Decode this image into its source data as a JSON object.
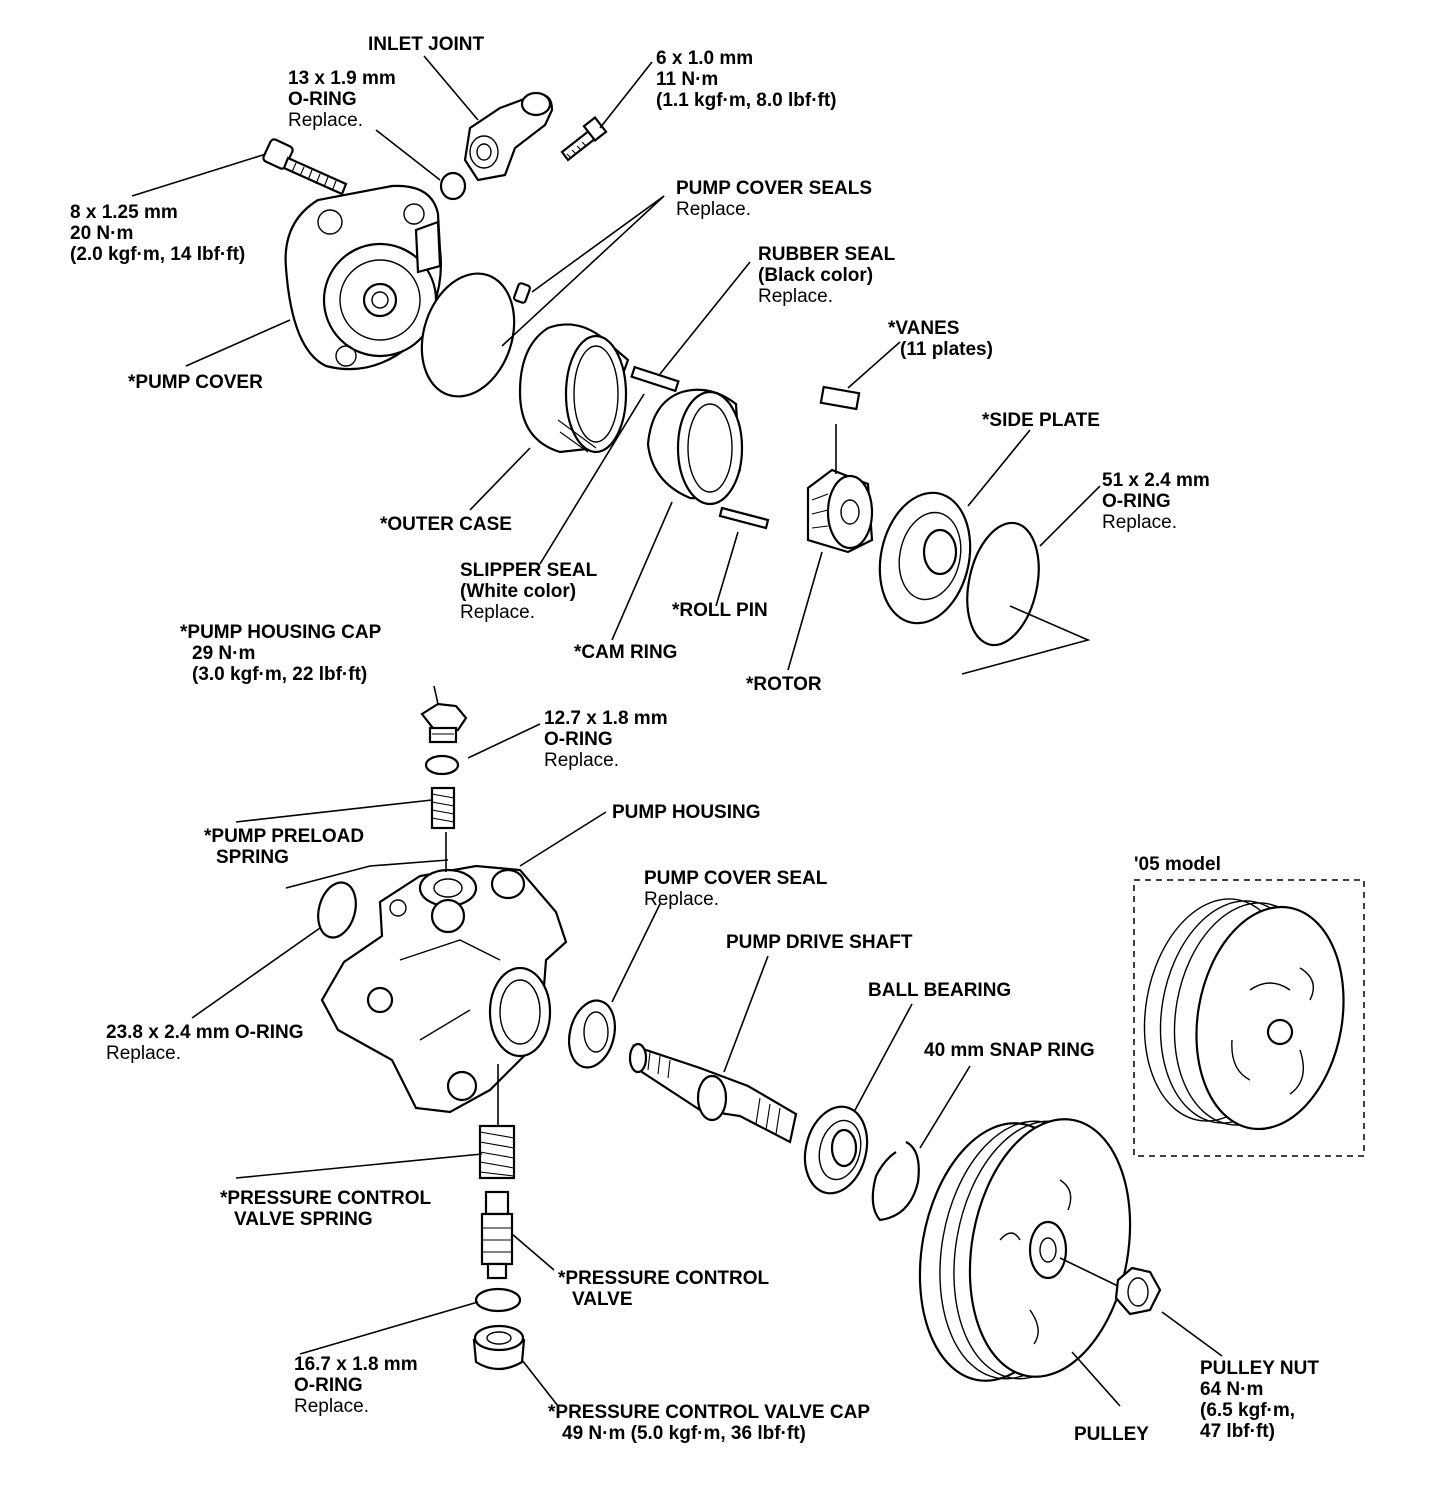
{
  "labels": {
    "inlet_joint": [
      "INLET JOINT"
    ],
    "o_ring_13": [
      "13 x 1.9 mm",
      "O-RING",
      "Replace."
    ],
    "bolt_6": [
      "6 x 1.0 mm",
      "11 N·m",
      "(1.1 kgf·m, 8.0 lbf·ft)"
    ],
    "bolt_8": [
      "8 x 1.25 mm",
      "20 N·m",
      "(2.0 kgf·m, 14 lbf·ft)"
    ],
    "pump_cover_seals": [
      "PUMP COVER SEALS",
      "Replace."
    ],
    "rubber_seal": [
      "RUBBER SEAL",
      "(Black color)",
      "Replace."
    ],
    "vanes": [
      "*VANES",
      "(11 plates)"
    ],
    "pump_cover": [
      "*PUMP COVER"
    ],
    "side_plate": [
      "*SIDE PLATE"
    ],
    "o_ring_51": [
      "51 x 2.4 mm",
      "O-RING",
      "Replace."
    ],
    "outer_case": [
      "*OUTER CASE"
    ],
    "slipper_seal": [
      "SLIPPER SEAL",
      "(White color)",
      "Replace."
    ],
    "roll_pin": [
      "*ROLL PIN"
    ],
    "cam_ring": [
      "*CAM RING"
    ],
    "rotor": [
      "*ROTOR"
    ],
    "pump_housing_cap": [
      "*PUMP HOUSING CAP",
      "29 N·m",
      "(3.0 kgf·m, 22 lbf·ft)"
    ],
    "o_ring_12_7": [
      "12.7 x 1.8 mm",
      "O-RING",
      "Replace."
    ],
    "pump_preload_spring": [
      "*PUMP PRELOAD",
      "SPRING"
    ],
    "pump_housing": [
      "PUMP HOUSING"
    ],
    "pump_cover_seal": [
      "PUMP COVER SEAL",
      "Replace."
    ],
    "model_05": [
      "'05 model"
    ],
    "pump_drive_shaft": [
      "PUMP DRIVE SHAFT"
    ],
    "ball_bearing": [
      "BALL BEARING"
    ],
    "o_ring_23_8": [
      "23.8 x 2.4 mm O-RING",
      "Replace."
    ],
    "snap_ring": [
      "40 mm SNAP RING"
    ],
    "pcv_spring": [
      "*PRESSURE CONTROL",
      "VALVE SPRING"
    ],
    "pcv": [
      "*PRESSURE CONTROL",
      "VALVE"
    ],
    "o_ring_16_7": [
      "16.7 x 1.8 mm",
      "O-RING",
      "Replace."
    ],
    "pcv_cap": [
      "*PRESSURE CONTROL VALVE CAP",
      "49 N·m (5.0 kgf·m, 36 lbf·ft)"
    ],
    "pulley": [
      "PULLEY"
    ],
    "pulley_nut": [
      "PULLEY NUT",
      "64 N·m",
      "(6.5 kgf·m,",
      "47 lbf·ft)"
    ]
  }
}
